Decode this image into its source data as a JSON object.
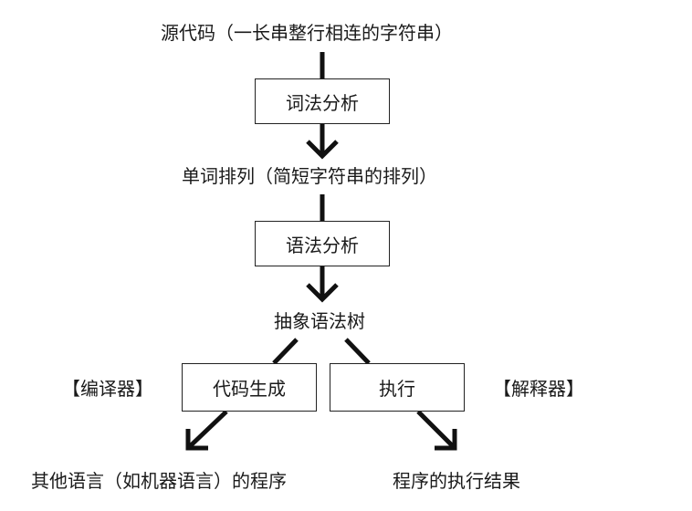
{
  "diagram": {
    "source_code": "源代码（一长串整行相连的字符串）",
    "lexical_analysis": "词法分析",
    "token_sequence": "单词排列（简短字符串的排列）",
    "syntax_analysis": "语法分析",
    "ast": "抽象语法树",
    "compiler_label": "【编译器】",
    "code_generation": "代码生成",
    "execution": "执行",
    "interpreter_label": "【解释器】",
    "other_language_program": "其他语言（如机器语言）的程序",
    "execution_result": "程序的执行结果"
  }
}
